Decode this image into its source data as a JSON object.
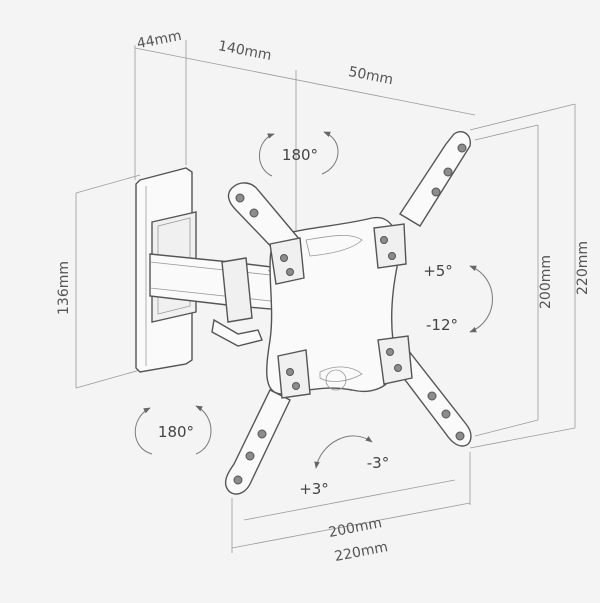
{
  "dimensions": {
    "wall_depth": "44mm",
    "arm_length": "140mm",
    "offset": "50mm",
    "wall_plate_height": "136mm",
    "vesa_vertical": "200mm",
    "max_vertical": "220mm",
    "vesa_horizontal": "200mm",
    "max_horizontal": "220mm"
  },
  "rotations": {
    "swivel_top": "180°",
    "swivel_bottom": "180°",
    "tilt_up": "+5°",
    "tilt_down": "-12°",
    "level_plus": "+3°",
    "level_minus": "-3°"
  },
  "colors": {
    "background": "#f4f4f4",
    "line": "#555555",
    "text": "#555555"
  }
}
